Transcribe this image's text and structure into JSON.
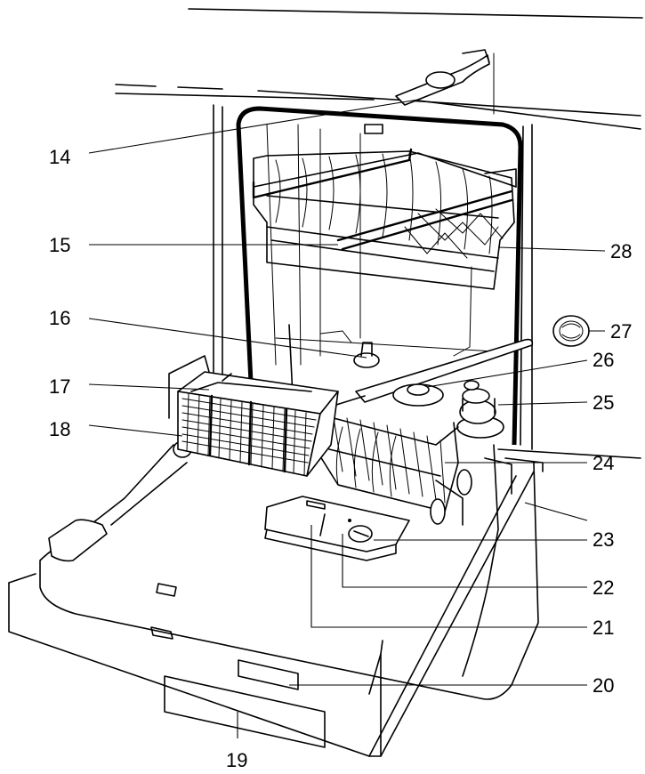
{
  "callouts": [
    {
      "id": "14",
      "label": "14"
    },
    {
      "id": "15",
      "label": "15"
    },
    {
      "id": "16",
      "label": "16"
    },
    {
      "id": "17",
      "label": "17"
    },
    {
      "id": "18",
      "label": "18"
    },
    {
      "id": "19",
      "label": "19"
    },
    {
      "id": "20",
      "label": "20"
    },
    {
      "id": "21",
      "label": "21"
    },
    {
      "id": "22",
      "label": "22"
    },
    {
      "id": "23",
      "label": "23"
    },
    {
      "id": "24",
      "label": "24"
    },
    {
      "id": "25",
      "label": "25"
    },
    {
      "id": "26",
      "label": "26"
    },
    {
      "id": "27",
      "label": "27"
    },
    {
      "id": "28",
      "label": "28"
    }
  ]
}
